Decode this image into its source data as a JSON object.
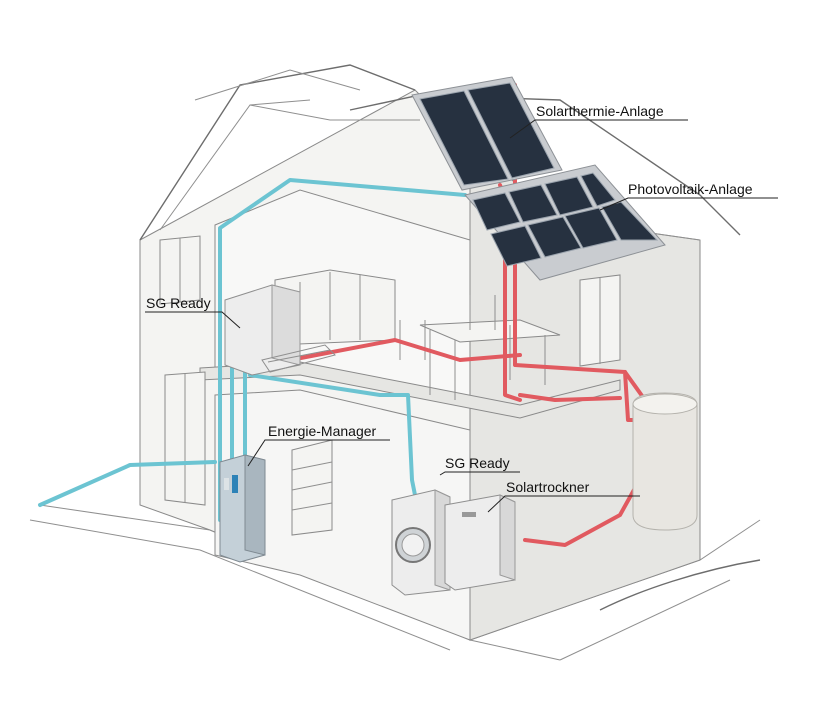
{
  "colors": {
    "hot_pipe": "#e15a60",
    "cold_pipe": "#6cc4d2",
    "panel_dark": "#263140",
    "panel_frame": "#c9ccd0",
    "appliance": "#ededed",
    "tank": "#e8e6e1"
  },
  "labels": {
    "solarthermie": "Solarthermie-Anlage",
    "photovoltaik": "Photovoltaik-Anlage",
    "sg_ready_dishwasher": "SG Ready",
    "energie_manager": "Energie-Manager",
    "sg_ready_washer": "SG Ready",
    "solartrockner": "Solartrockner"
  },
  "icons": [
    "solar-thermal-panel-icon",
    "photovoltaic-panel-icon",
    "dishwasher-icon",
    "washing-machine-icon",
    "dryer-icon",
    "energy-manager-cabinet-icon",
    "storage-tank-icon"
  ]
}
